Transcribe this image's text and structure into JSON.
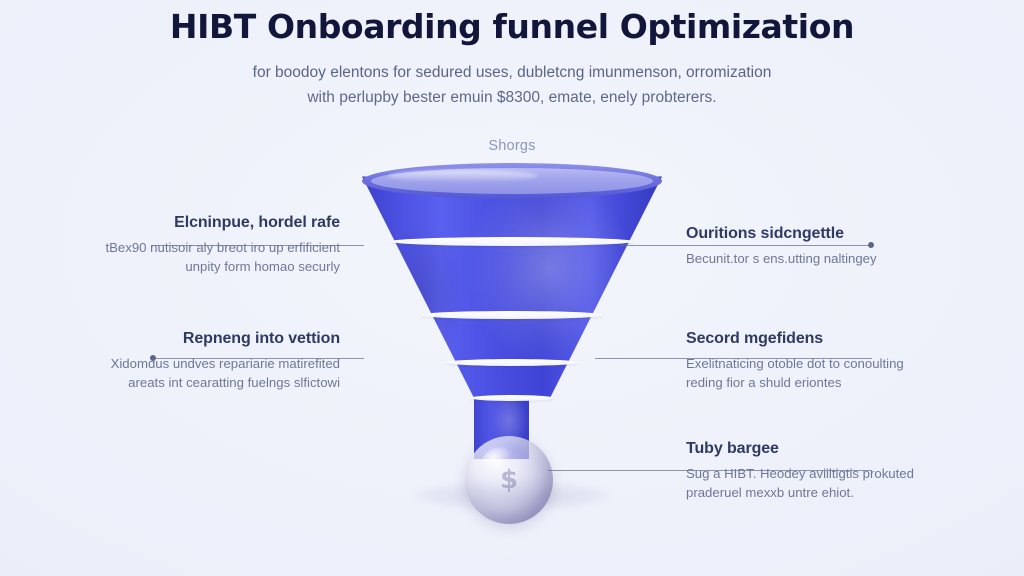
{
  "header": {
    "title": "HIBT Onboarding funnel Optimization",
    "subtitle_line1": "for boodoy elentons for sedured uses, dubletcng imunmenson, orromization",
    "subtitle_line2": "with perlupby bester emuin $8300, emate, enely probterers."
  },
  "funnel": {
    "stage_label": "Shorgs",
    "sphere_glyph": "$"
  },
  "annotations": {
    "left": [
      {
        "heading": "Elcninpue, hordel rafe",
        "body_line1": "tBex90 nutisoir aly breot iro up erfificient",
        "body_line2": "unpity form homao securly"
      },
      {
        "heading": "Repneng into vettion",
        "body_line1": "Xidomdus undves repariarie matirefited",
        "body_line2": "areats int cearatting fuelngs slfictowi"
      }
    ],
    "right": [
      {
        "heading": "Ouritions sidcngettle",
        "body_line1": "Becunit.tor s ens.utting naltingey",
        "body_line2": ""
      },
      {
        "heading": "Secord mgefidens",
        "body_line1": "Exelitnaticing otoble dot to conoulting",
        "body_line2": "reding fior a shuld eriontes"
      },
      {
        "heading": "Tuby bargee",
        "body_line1": "Sug a HIBT. Heodey aviiltigtis prokuted",
        "body_line2": "praderuel mexxb untre ehiot."
      }
    ]
  },
  "colors": {
    "background": "#eef1fa",
    "funnel_blue": "#4a4fe2",
    "funnel_blue_dark": "#343aba",
    "rim_light": "#b9bcf2",
    "sphere_lavender": "#bab8db",
    "title_ink": "#12163a",
    "body_text": "#6f7796",
    "heading_text": "#2f3a63",
    "connector": "#6b7394"
  }
}
